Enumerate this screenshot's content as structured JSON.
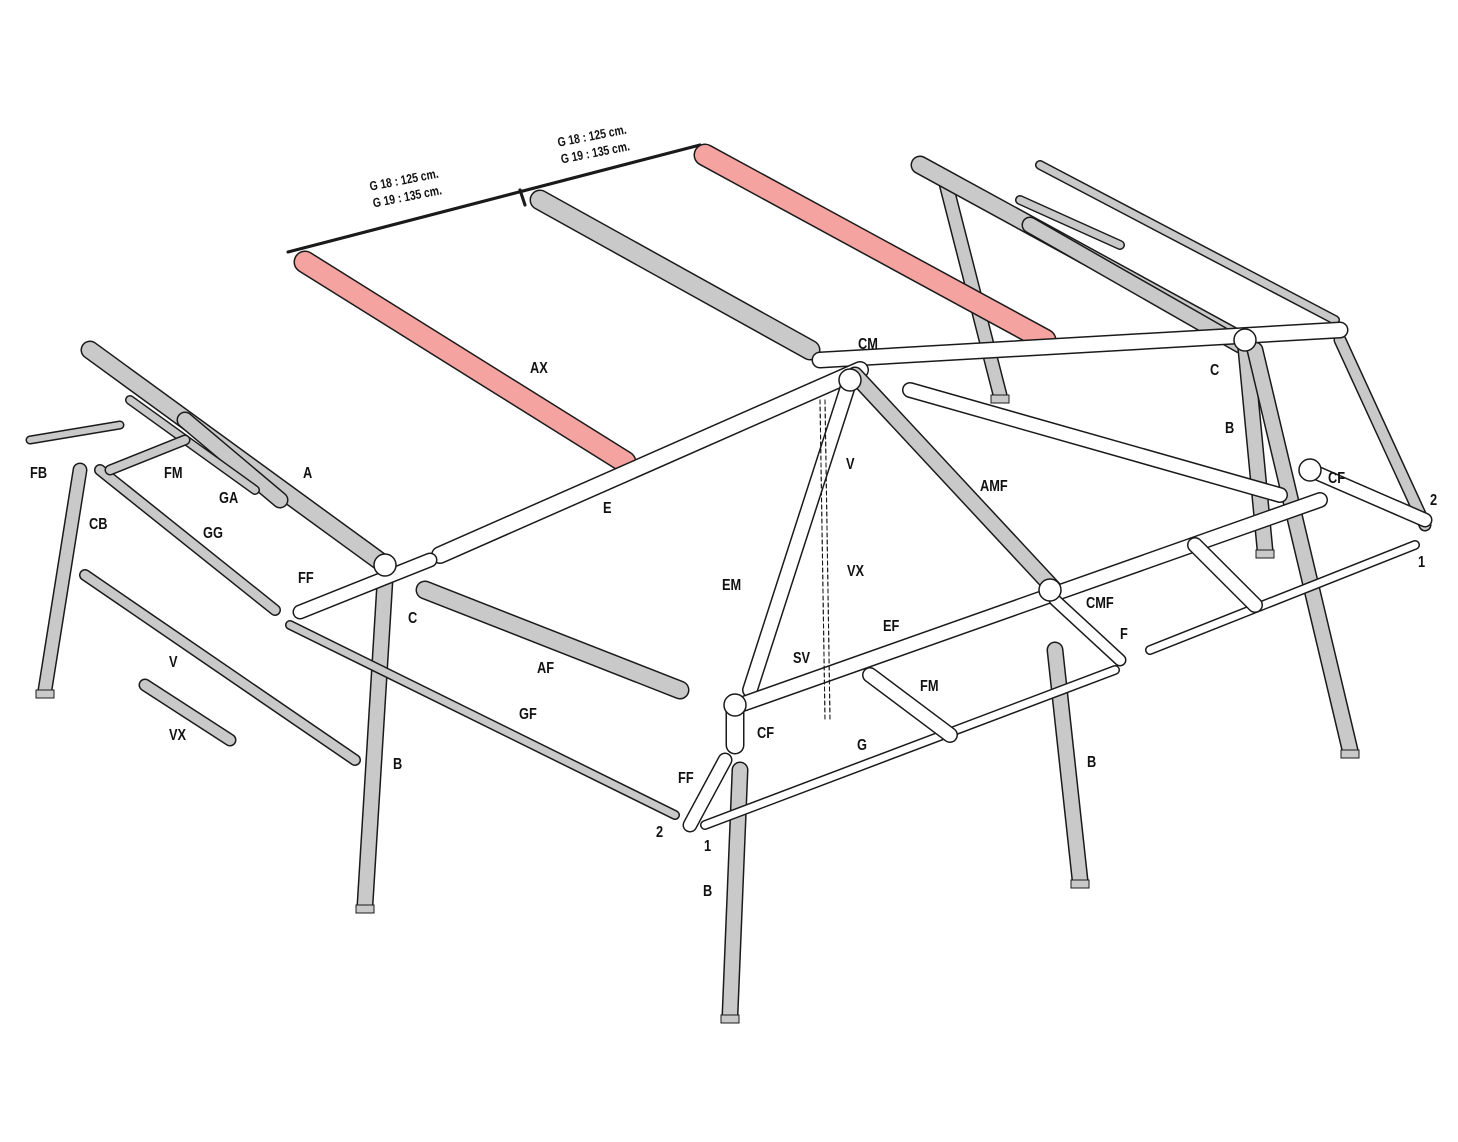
{
  "colors": {
    "tube_gray": "#c9c9c9",
    "tube_white": "#ffffff",
    "highlight": "#f4a3a0",
    "outline": "#1a1a1a"
  },
  "dimensions": [
    {
      "line1": "G 18 : 125 cm.",
      "line2": "G 19 : 135 cm."
    },
    {
      "line1": "G 18 : 125 cm.",
      "line2": "G 19 : 135 cm."
    }
  ],
  "labels": {
    "ax": "AX",
    "cm": "CM",
    "c_right": "C",
    "b_back": "B",
    "cf_right": "CF",
    "n2_right": "2",
    "n1_right": "1",
    "a": "A",
    "fb": "FB",
    "fm_left": "FM",
    "ga": "GA",
    "cb": "CB",
    "gg": "GG",
    "ff_left": "FF",
    "c_left": "C",
    "e": "E",
    "v_center": "V",
    "amf": "AMF",
    "vx_center": "VX",
    "em": "EM",
    "cmf": "CMF",
    "f": "F",
    "ef": "EF",
    "sv": "SV",
    "af": "AF",
    "fm_center": "FM",
    "cf_front": "CF",
    "g": "G",
    "gf": "GF",
    "v_left": "V",
    "vx_left": "VX",
    "b_left": "B",
    "b_mid": "B",
    "b_front": "B",
    "ff_front": "FF",
    "n2_front": "2",
    "n1_front": "1"
  }
}
